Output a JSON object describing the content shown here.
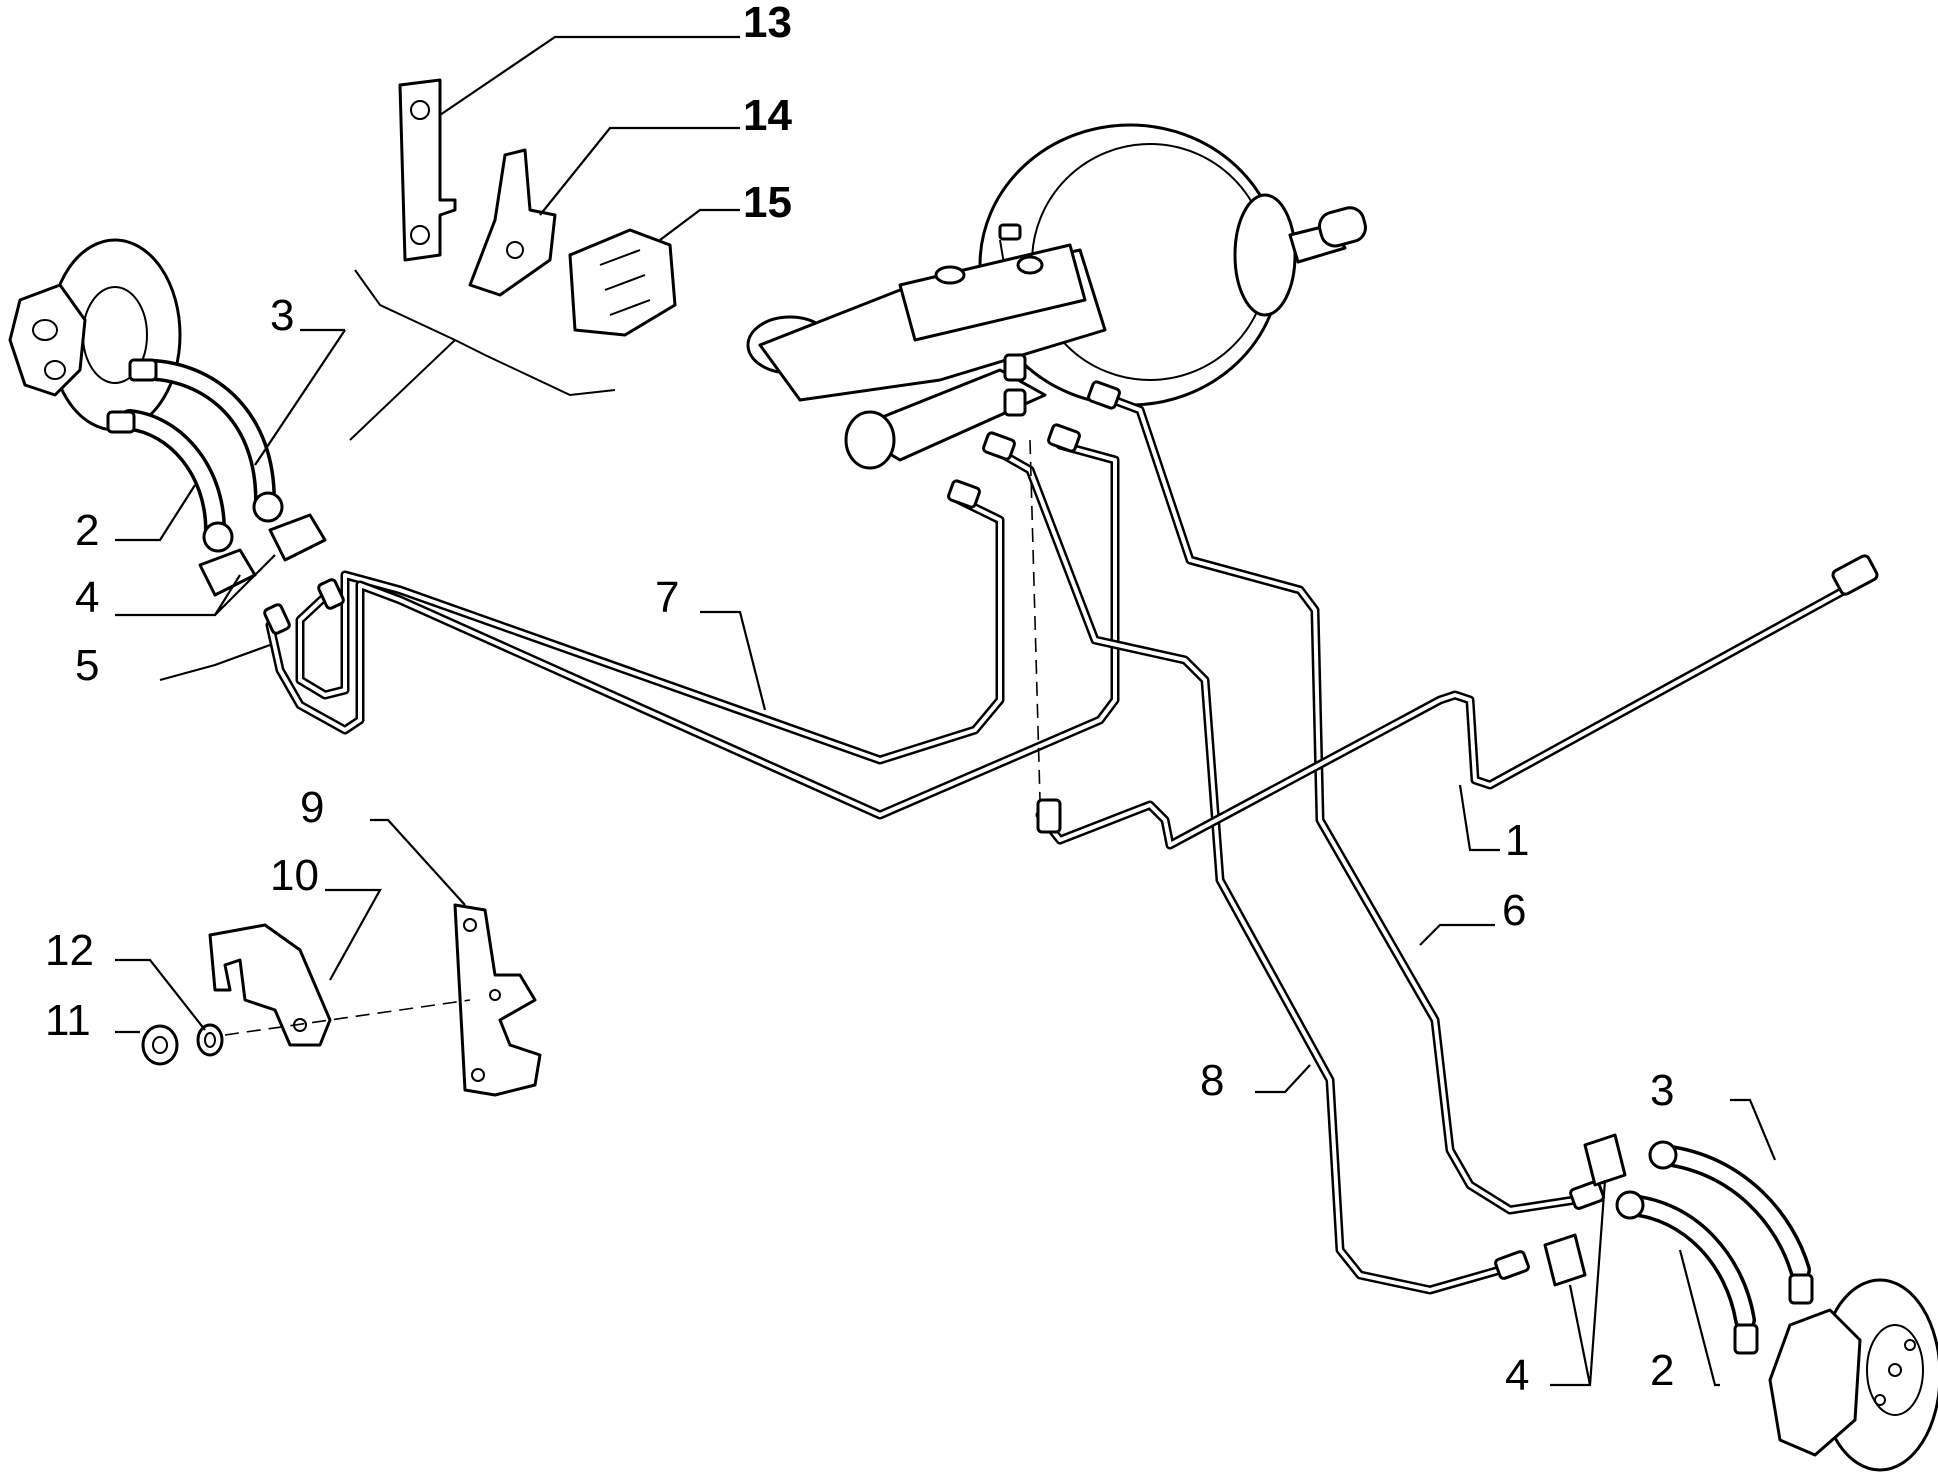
{
  "callouts": [
    {
      "id": "1",
      "text": "1"
    },
    {
      "id": "2",
      "text": "2"
    },
    {
      "id": "2b",
      "text": "2"
    },
    {
      "id": "3",
      "text": "3"
    },
    {
      "id": "3b",
      "text": "3"
    },
    {
      "id": "4",
      "text": "4"
    },
    {
      "id": "4b",
      "text": "4"
    },
    {
      "id": "5",
      "text": "5"
    },
    {
      "id": "6",
      "text": "6"
    },
    {
      "id": "7",
      "text": "7"
    },
    {
      "id": "8",
      "text": "8"
    },
    {
      "id": "9",
      "text": "9"
    },
    {
      "id": "10",
      "text": "10"
    },
    {
      "id": "11",
      "text": "11"
    },
    {
      "id": "12",
      "text": "12"
    },
    {
      "id": "13",
      "text": "13"
    },
    {
      "id": "14",
      "text": "14"
    },
    {
      "id": "15",
      "text": "15"
    }
  ],
  "colors": {
    "line": "#000000",
    "background": "#ffffff"
  }
}
